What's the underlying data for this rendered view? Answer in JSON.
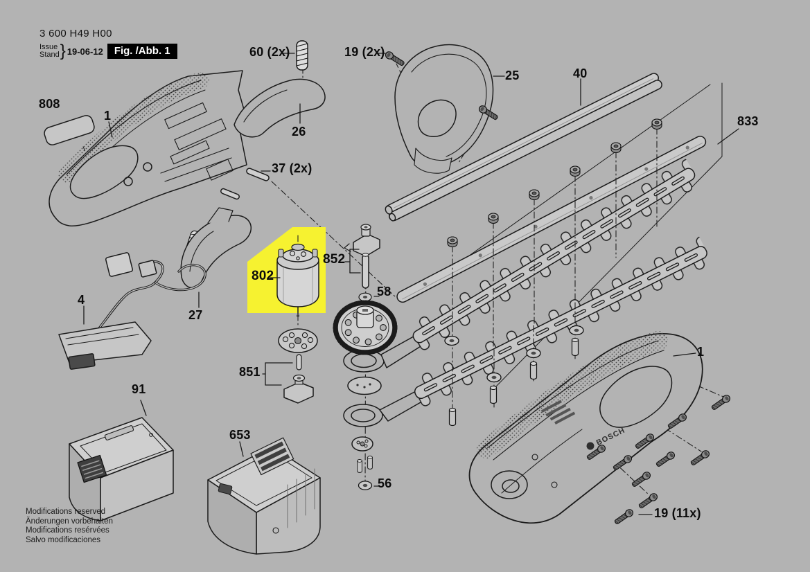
{
  "header": {
    "type_number": "3 600 H49 H00",
    "issue_label": "Issue",
    "stand_label": "Stand",
    "brace": "}",
    "date": "19-06-12",
    "figure_label": "Fig. /Abb. 1"
  },
  "footer_lines": [
    "Modifications reserved",
    "Änderungen vorbehalten",
    "Modifications resérvées",
    "Salvo modificaciones"
  ],
  "brand": {
    "logo_text": "BOSCH"
  },
  "colors": {
    "background": "#b3b3b3",
    "highlight_yellow": "#f6f230",
    "line": "#1b1b1b",
    "figure_box_bg": "#000000",
    "figure_box_text": "#ffffff"
  },
  "selection": {
    "highlighted_part": "802"
  },
  "parts": {
    "p808": {
      "label": "808"
    },
    "p1_left": {
      "label": "1"
    },
    "p60": {
      "label": "60 (2x)"
    },
    "p26": {
      "label": "26"
    },
    "p19_2x": {
      "label": "19 (2x)"
    },
    "p25": {
      "label": "25"
    },
    "p40": {
      "label": "40"
    },
    "p833": {
      "label": "833"
    },
    "p37": {
      "label": "37 (2x)"
    },
    "p852": {
      "label": "852"
    },
    "p802": {
      "label": "802"
    },
    "p58": {
      "label": "58"
    },
    "p27": {
      "label": "27"
    },
    "p4": {
      "label": "4"
    },
    "p851": {
      "label": "851"
    },
    "p91": {
      "label": "91"
    },
    "p653": {
      "label": "653"
    },
    "p56": {
      "label": "56"
    },
    "p1_right": {
      "label": "1"
    },
    "p19_11x": {
      "label": "19 (11x)"
    }
  }
}
